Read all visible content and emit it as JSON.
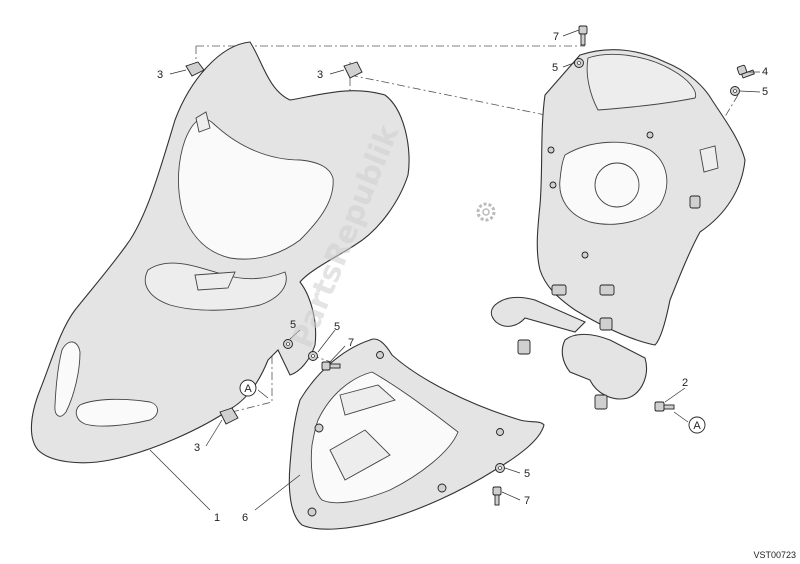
{
  "watermark": "PartsRepublik",
  "drawing_code": "VST00723",
  "callouts": [
    {
      "id": "c1",
      "text": "1"
    },
    {
      "id": "c2",
      "text": "2"
    },
    {
      "id": "c3a",
      "text": "3"
    },
    {
      "id": "c3b",
      "text": "3"
    },
    {
      "id": "c3c",
      "text": "3"
    },
    {
      "id": "c4",
      "text": "4"
    },
    {
      "id": "c5a",
      "text": "5"
    },
    {
      "id": "c5b",
      "text": "5"
    },
    {
      "id": "c5c",
      "text": "5"
    },
    {
      "id": "c5d",
      "text": "5"
    },
    {
      "id": "c5e",
      "text": "5"
    },
    {
      "id": "c6",
      "text": "6"
    },
    {
      "id": "c7a",
      "text": "7"
    },
    {
      "id": "c7b",
      "text": "7"
    },
    {
      "id": "c7c",
      "text": "7"
    }
  ],
  "refs": [
    {
      "id": "refA1",
      "text": "A"
    },
    {
      "id": "refA2",
      "text": "A"
    }
  ]
}
